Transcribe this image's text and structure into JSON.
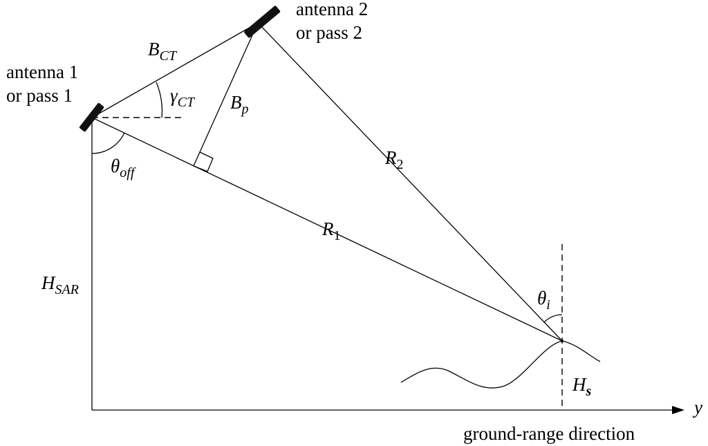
{
  "antenna1": {
    "line1": "antenna 1",
    "line2": "or pass 1"
  },
  "antenna2": {
    "line1": "antenna 2",
    "line2": "or pass 2"
  },
  "labels": {
    "B_CT": {
      "main": "B",
      "sub": "CT"
    },
    "gamma_CT": {
      "main": "γ",
      "sub": "CT"
    },
    "B_p": {
      "main": "B",
      "sub": "p"
    },
    "theta_off": {
      "main": "θ",
      "sub": "off"
    },
    "R1": {
      "main": "R",
      "sub": "1"
    },
    "R2": {
      "main": "R",
      "sub": "2"
    },
    "H_SAR": {
      "main": "H",
      "sub": "SAR"
    },
    "theta_i": {
      "main": "θ",
      "sub": "i"
    },
    "H_s": {
      "main": "H",
      "sub": "s"
    },
    "y_axis": "y",
    "ground_range": "ground-range direction"
  }
}
